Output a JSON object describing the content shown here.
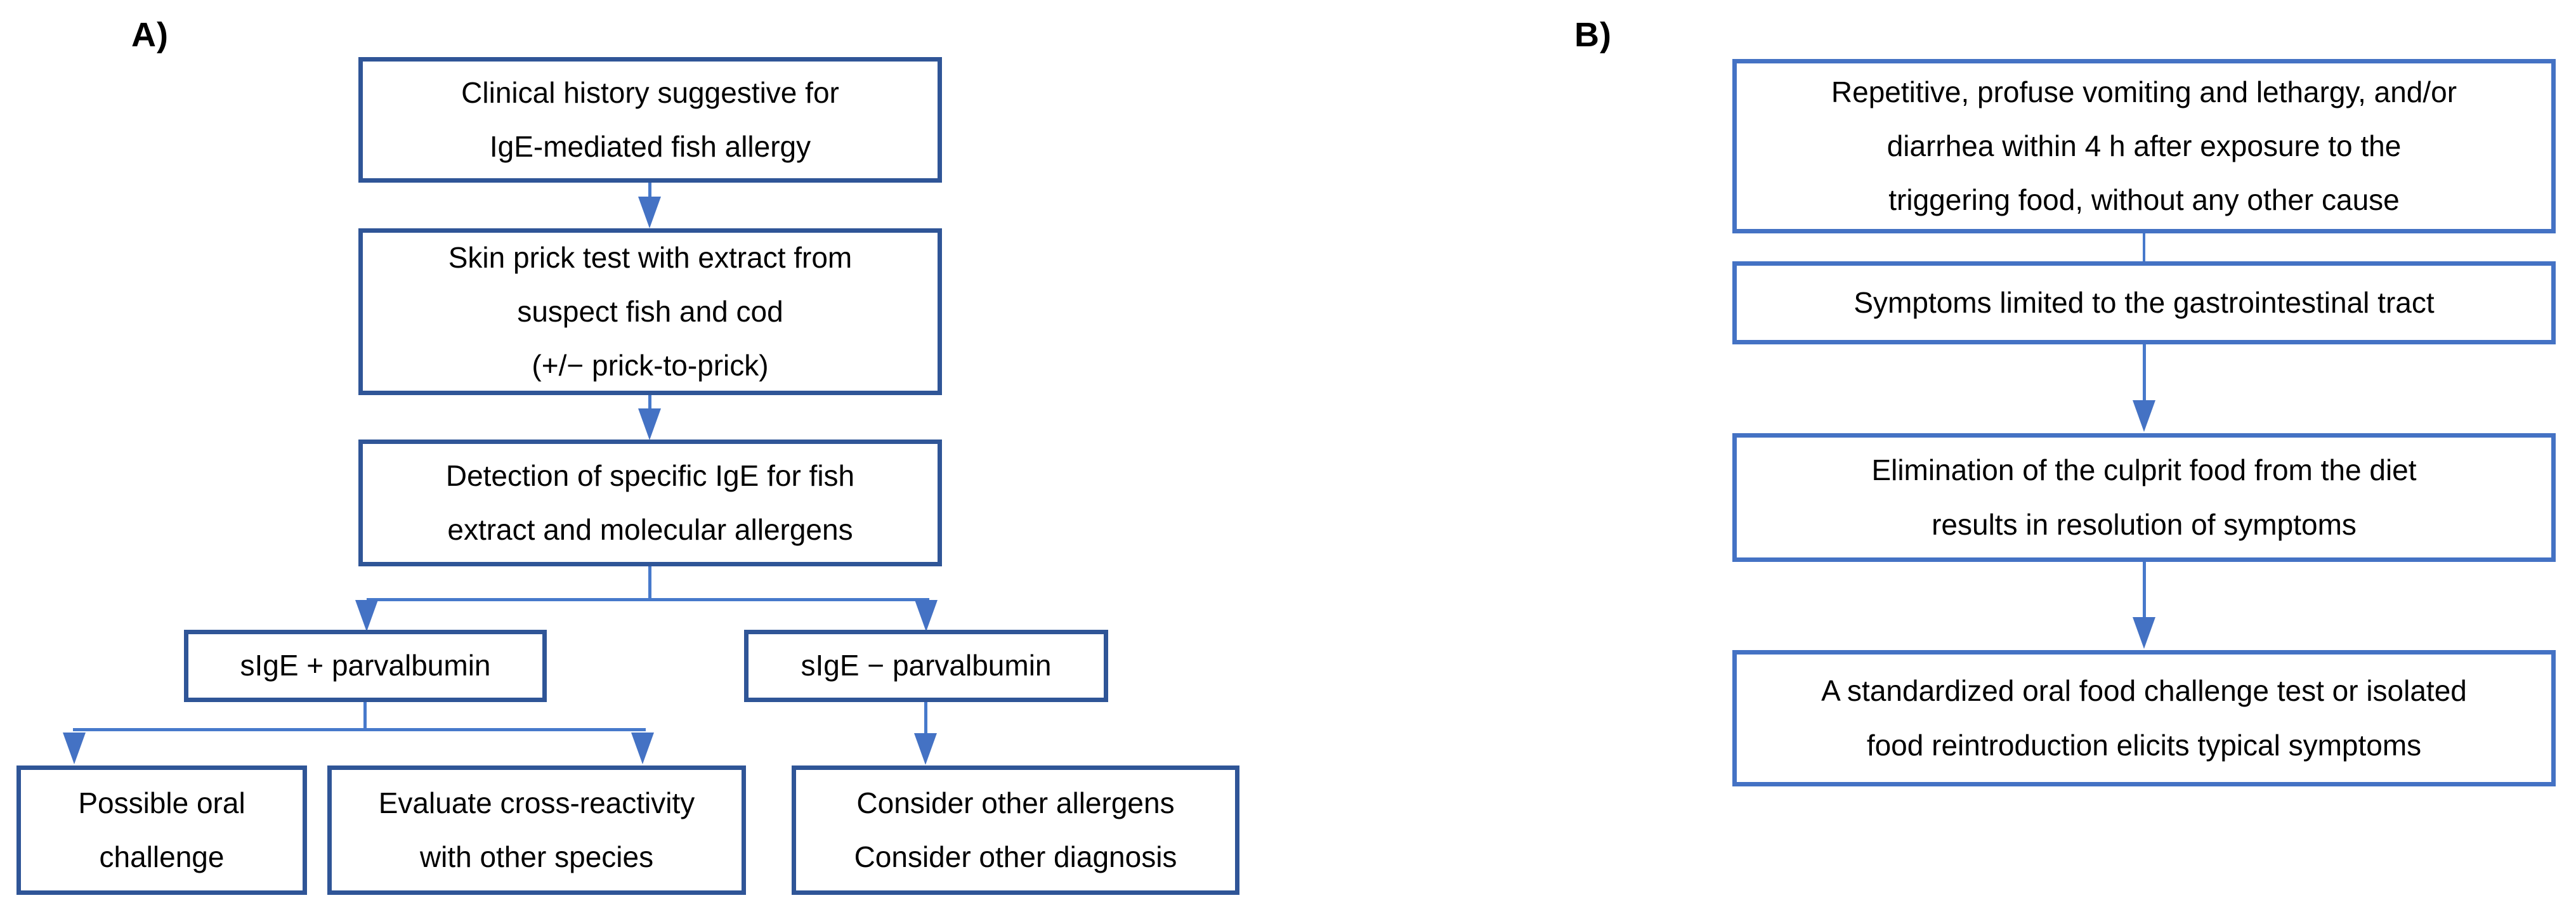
{
  "colors": {
    "panel_a_border": "#2F5597",
    "panel_b_border": "#4472C4",
    "connector": "#4779CB",
    "arrowhead": "#4472C4",
    "text": "#000000",
    "background": "#FFFFFF"
  },
  "panel_a": {
    "label": "A)",
    "boxes": {
      "clinical_history": "Clinical history suggestive for\nIgE-mediated fish allergy",
      "skin_prick": "Skin prick test with extract from\nsuspect fish and cod\n(+/− prick-to-prick)",
      "detection": "Detection of specific IgE for fish\nextract and molecular allergens",
      "sige_positive": "sIgE + parvalbumin",
      "sige_negative": "sIgE − parvalbumin",
      "oral_challenge": "Possible oral\nchallenge",
      "cross_reactivity": "Evaluate cross-reactivity\nwith other species",
      "consider_other": "Consider other allergens\nConsider other diagnosis"
    }
  },
  "panel_b": {
    "label": "B)",
    "boxes": {
      "vomiting_criteria": "Repetitive, profuse vomiting and lethargy, and/or\ndiarrhea within 4 h after exposure to the\ntriggering food, without any other cause",
      "gi_limited": "Symptoms limited to the gastrointestinal tract",
      "elimination": "Elimination of the culprit food from the diet\nresults in resolution of symptoms",
      "food_challenge": "A standardized oral food challenge test or isolated\nfood reintroduction elicits typical symptoms"
    }
  }
}
